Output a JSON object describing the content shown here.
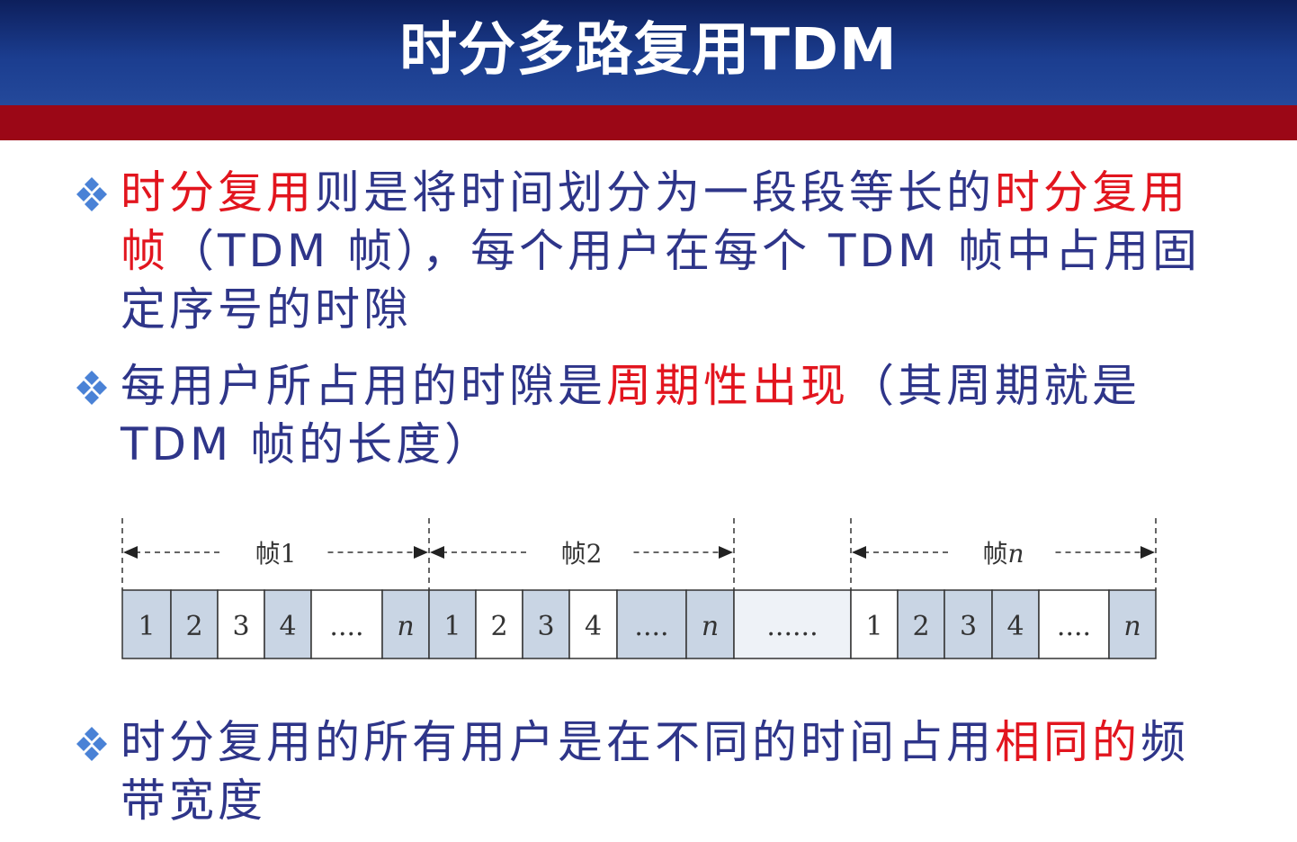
{
  "title": "时分多路复用TDM",
  "bullets": [
    {
      "segments": [
        {
          "text": "时分复用",
          "hl": true
        },
        {
          "text": "则是将时间划分为一段段等长的",
          "hl": false
        },
        {
          "text": "时分复用帧",
          "hl": true
        },
        {
          "text": "（TDM 帧），每个用户在每个 TDM 帧中占用固定序号的时隙",
          "hl": false
        }
      ]
    },
    {
      "segments": [
        {
          "text": "每用户所占用的时隙是",
          "hl": false
        },
        {
          "text": "周期性出现",
          "hl": true
        },
        {
          "text": "（其周期就是 TDM 帧的长度）",
          "hl": false
        }
      ]
    },
    {
      "segments": [
        {
          "text": "时分复用的所有用户是在不同的时间占用",
          "hl": false
        },
        {
          "text": "相同的",
          "hl": true
        },
        {
          "text": "频带宽度",
          "hl": false
        }
      ]
    }
  ],
  "diagram": {
    "frame_labels": [
      {
        "prefix": "帧",
        "suffix": "1",
        "italic": false
      },
      {
        "prefix": "帧",
        "suffix": "2",
        "italic": false
      },
      {
        "prefix": "帧",
        "suffix": "n",
        "italic": true
      }
    ],
    "slots": [
      {
        "label": "1",
        "shaded": true,
        "italic": false
      },
      {
        "label": "2",
        "shaded": true,
        "italic": false
      },
      {
        "label": "3",
        "shaded": false,
        "italic": false
      },
      {
        "label": "4",
        "shaded": true,
        "italic": false
      },
      {
        "label": "....",
        "shaded": false,
        "italic": false
      },
      {
        "label": "n",
        "shaded": true,
        "italic": true
      },
      {
        "label": "1",
        "shaded": true,
        "italic": false
      },
      {
        "label": "2",
        "shaded": false,
        "italic": false
      },
      {
        "label": "3",
        "shaded": true,
        "italic": false
      },
      {
        "label": "4",
        "shaded": false,
        "italic": false
      },
      {
        "label": "....",
        "shaded": true,
        "italic": false
      },
      {
        "label": "n",
        "shaded": true,
        "italic": true
      },
      {
        "label": "......",
        "shaded": false,
        "italic": false
      },
      {
        "label": "1",
        "shaded": false,
        "italic": false
      },
      {
        "label": "2",
        "shaded": true,
        "italic": false
      },
      {
        "label": "3",
        "shaded": true,
        "italic": false
      },
      {
        "label": "4",
        "shaded": true,
        "italic": false
      },
      {
        "label": "....",
        "shaded": false,
        "italic": false
      },
      {
        "label": "n",
        "shaded": true,
        "italic": true
      }
    ]
  },
  "colors": {
    "text_blue": "#2e3589",
    "highlight_red": "#e2151e",
    "header_blue": "#1b3d8f",
    "bar_red": "#9b0716",
    "slot_shaded": "#c9d5e4",
    "slot_plain": "#ffffff",
    "slot_gap": "#eef2f7",
    "bullet_mark": "#4a82d6"
  }
}
